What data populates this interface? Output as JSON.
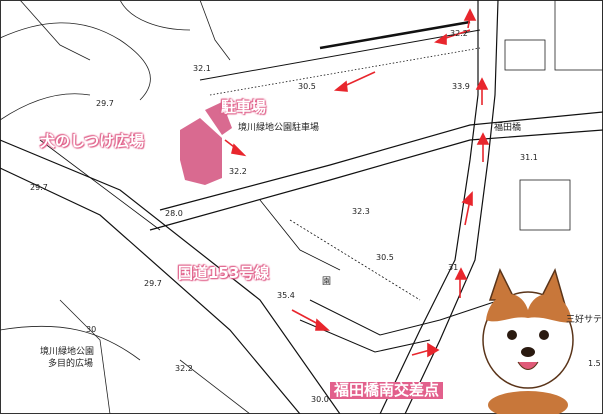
{
  "labels": {
    "park_parking": "境川緑地公園駐車場",
    "fukuda_bashi": "福田橋",
    "park_multi_1": "境川緑地公園",
    "park_multi_2": "多目的広場",
    "sanyo": "三好サテ",
    "school_partial": "園"
  },
  "elevations": [
    "29.7",
    "32.1",
    "30.5",
    "33.9",
    "32.2",
    "31.1",
    "29.7",
    "28.0",
    "32.3",
    "30.5",
    "35.4",
    "29.7",
    "30",
    "30.0",
    "32.2",
    "31",
    "1.5",
    "32.2"
  ],
  "callouts": {
    "dog_park": "犬のしつけ広場",
    "parking": "駐車場",
    "route": "国道153号線",
    "intersection": "福田橋南交差点"
  },
  "colors": {
    "accent": "#e2608c",
    "route_arrow": "#e8262d",
    "dog_park_area": "#d96a90"
  }
}
